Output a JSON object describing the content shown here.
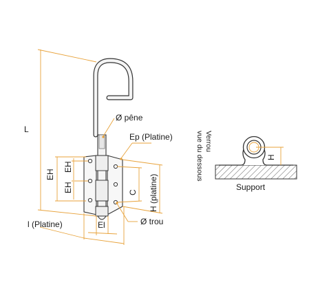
{
  "colors": {
    "dimension_line": "#e8a23a",
    "drawing_ink": "#333333",
    "bolt_fill": "#f4f4f4",
    "plate_fill": "#f7f7f7",
    "hatch": "#555555"
  },
  "labels": {
    "L": "L",
    "diameter_pene": "Ø pêne",
    "ep_platine": "Ep (Platine)",
    "eh_outer": "EH",
    "eh_upper": "EH",
    "eh_lower": "EH",
    "c": "C",
    "h_platine": "H (platine)",
    "l_platine": "l (Platine)",
    "el": "El",
    "diameter_trou": "Ø trou",
    "verrou_line1": "Verrou",
    "verrou_line2": "vue du dessous",
    "h_support": "H",
    "support": "Support"
  }
}
